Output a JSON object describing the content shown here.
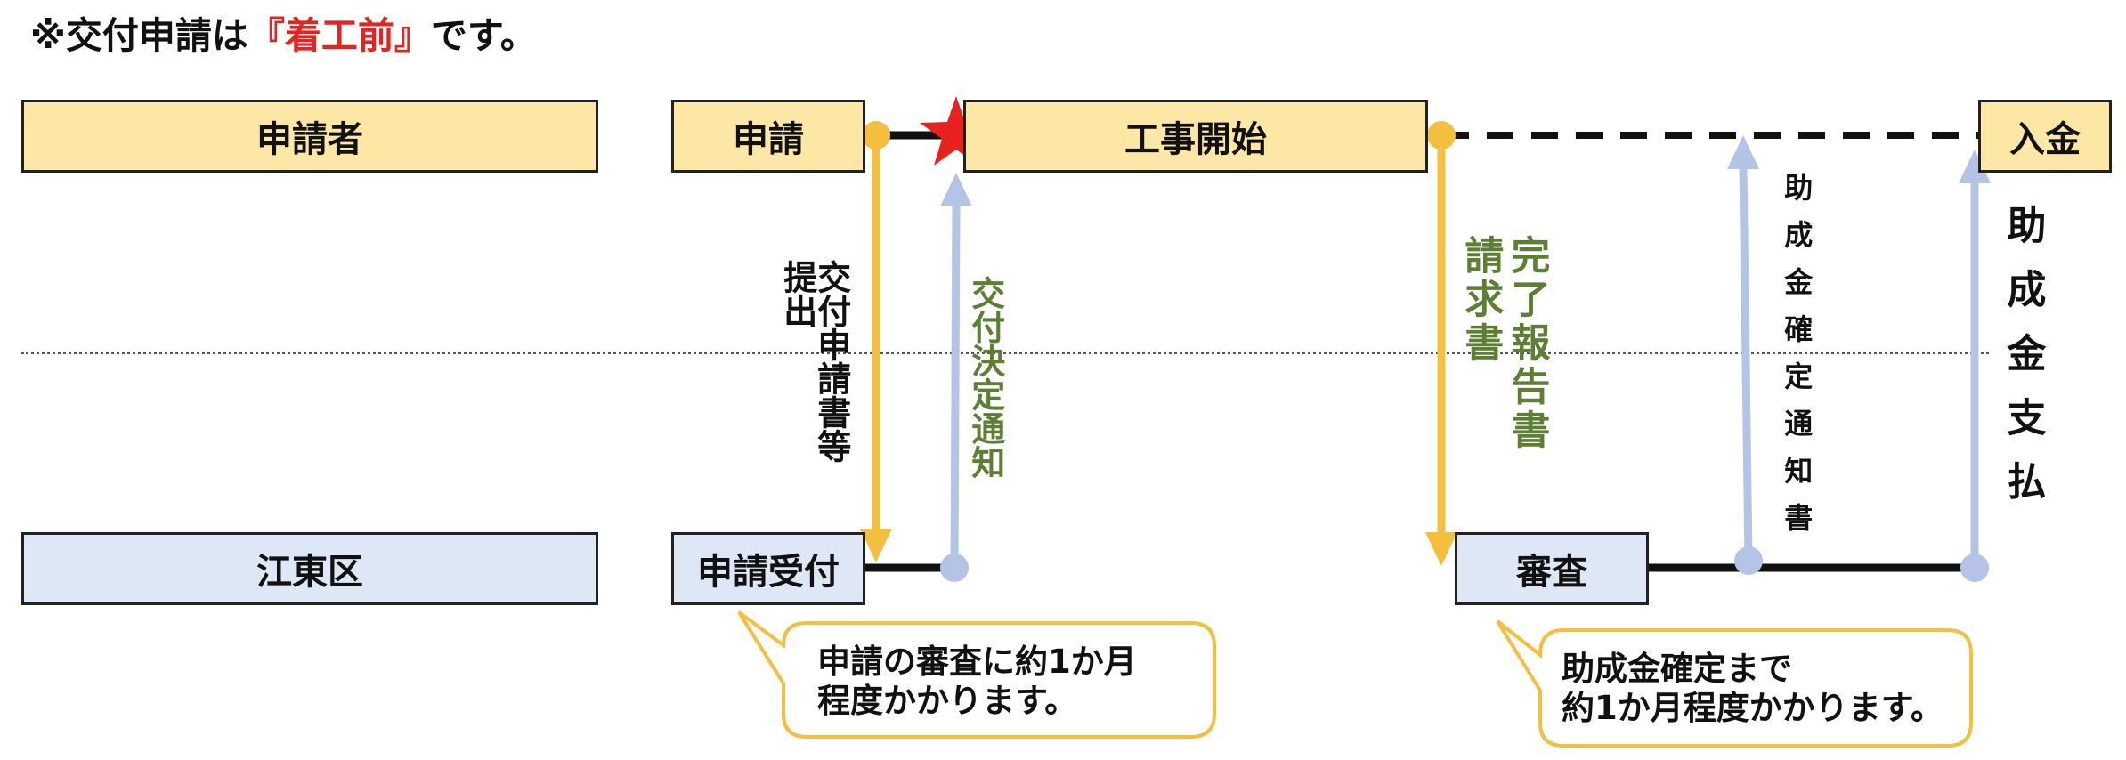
{
  "note": {
    "prefix": "※交付申請は",
    "emphasis": "『着工前』",
    "suffix": "です。"
  },
  "lanes": {
    "applicant": "申請者",
    "ward": "江東区"
  },
  "steps": {
    "application": "申請",
    "construction_start": "工事開始",
    "payment_received": "入金",
    "application_receipt": "申請受付",
    "review": "審査"
  },
  "arrows": {
    "submit_application": "交付申請書等",
    "submit_verb": "提出",
    "grant_decision_notice": "交付決定通知",
    "completion_report": "完了報告書",
    "invoice": "請求書",
    "grant_confirmation_notice": "助成金確定通知書",
    "grant_payment": "助成金支払"
  },
  "callouts": {
    "application_review_line1": "申請の審査に約1か月",
    "application_review_line2": "程度かかります。",
    "grant_confirmation_line1": "助成金確定まで",
    "grant_confirmation_line2": "約1か月程度かかります。"
  },
  "colors": {
    "applicant_fill": "#fce7a4",
    "ward_fill": "#dde7f5",
    "applicant_arrow": "#f4bf3f",
    "ward_arrow": "#b4c4e6",
    "star": "#e8231f",
    "green_text": "#5c7f34",
    "emphasis_red": "#e8231f",
    "callout_border": "#f4bf3f"
  }
}
